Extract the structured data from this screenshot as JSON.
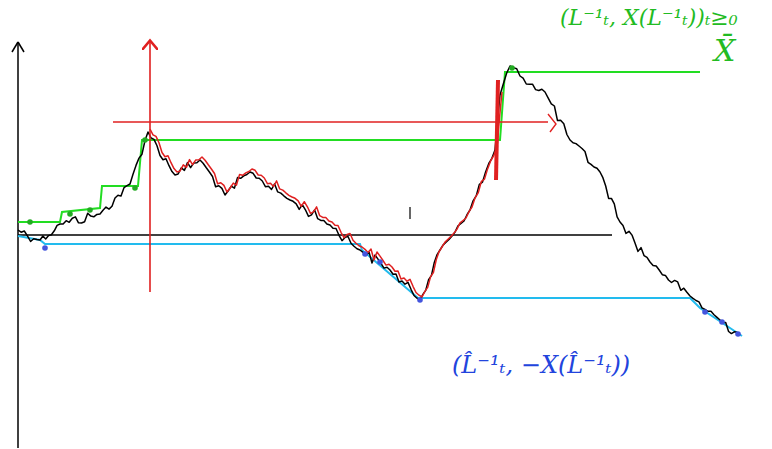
{
  "diagram": {
    "labels": [
      "(L⁻¹ₜ, X(L⁻¹ₜ))ₜ≥₀",
      "X̄",
      "(L̂⁻¹ₜ, −X(L̂⁻¹ₜ))"
    ]
  }
}
